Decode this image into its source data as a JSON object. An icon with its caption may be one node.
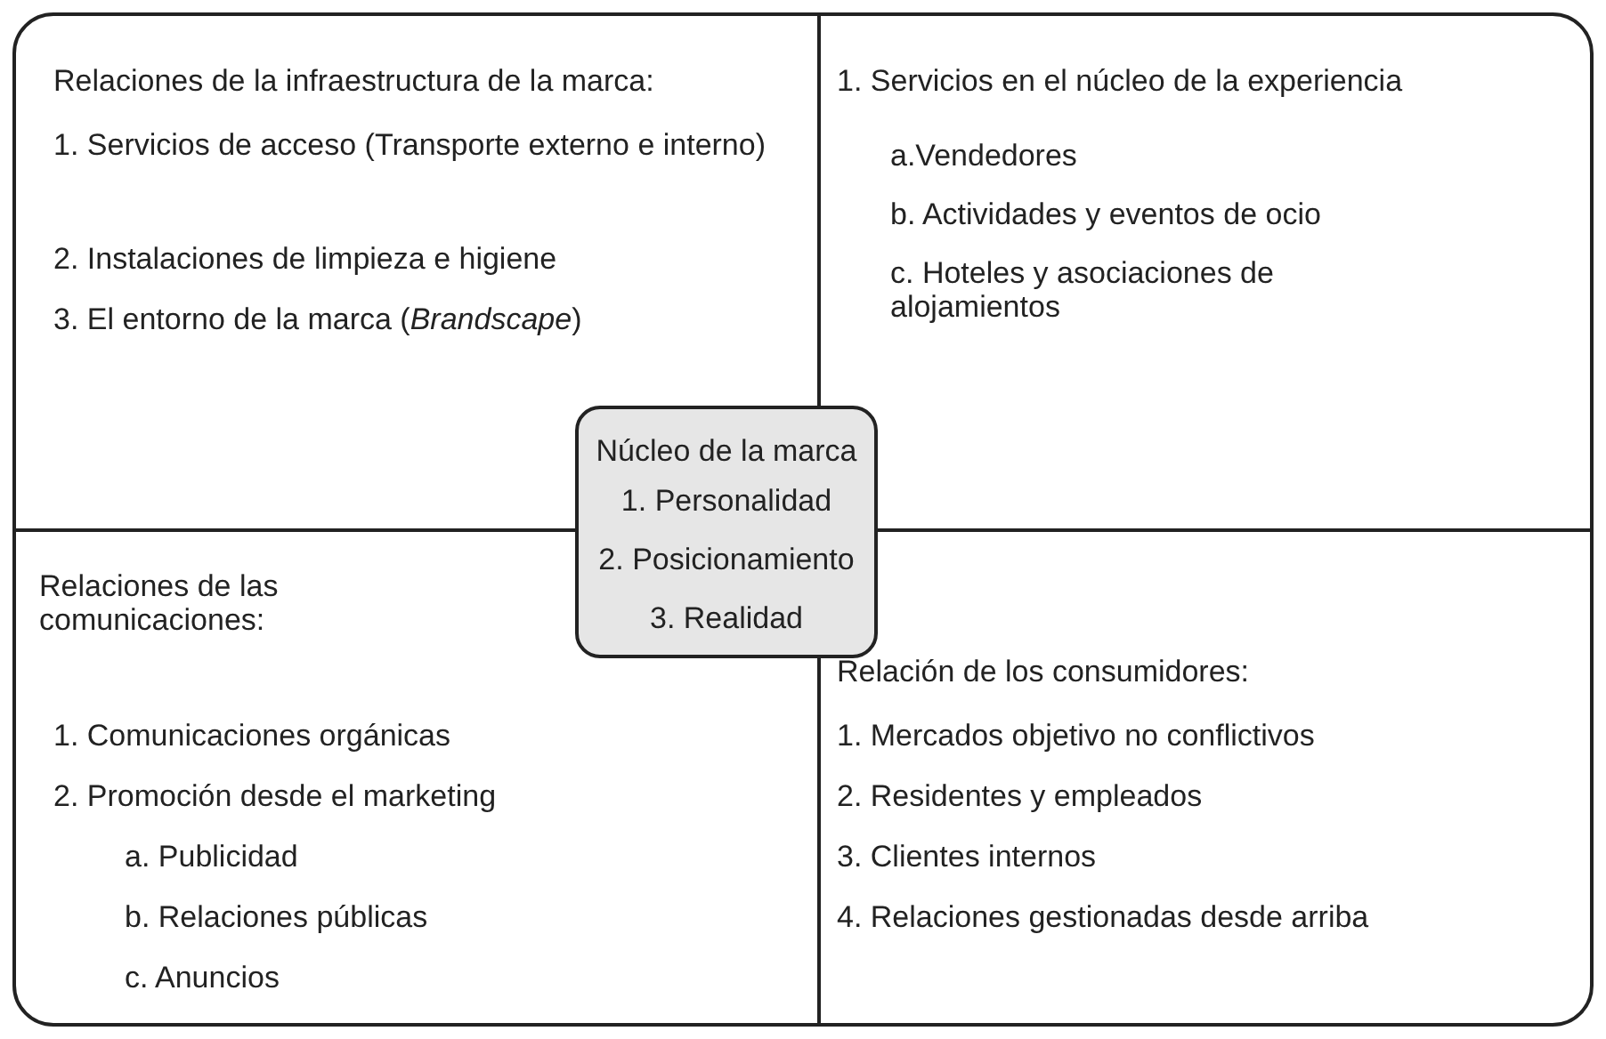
{
  "diagram": {
    "nodes": [
      {
        "text": [
          "Relaciones de la infraestructura de la marca:",
          "1. Servicios de acceso (Transporte externo e interno)",
          "2. Instalaciones de limpieza e higiene",
          "3. El entorno de la marca (*Brandscape*)"
        ]
      },
      {
        "text": [
          "1. Servicios en el núcleo de la experiencia",
          "a.Vendedores",
          "b. Actividades y eventos de ocio",
          "c. Hoteles y asociaciones de alojamientos"
        ]
      },
      {
        "text": [
          "Relaciones de las comunicaciones:",
          "1. Comunicaciones orgánicas",
          "2. Promoción desde el marketing",
          "a. Publicidad",
          "b. Relaciones públicas",
          "c. Anuncios"
        ]
      },
      {
        "text": [
          "Relación de los consumidores:",
          "1. Mercados objetivo no conflictivos",
          "2. Residentes y empleados",
          "3. Clientes internos",
          "4. Relaciones gestionadas desde arriba"
        ]
      },
      {
        "text": [
          "Núcleo de la marca",
          "1. Personalidad",
          "2. Posicionamiento",
          "3. Realidad"
        ]
      }
    ]
  }
}
